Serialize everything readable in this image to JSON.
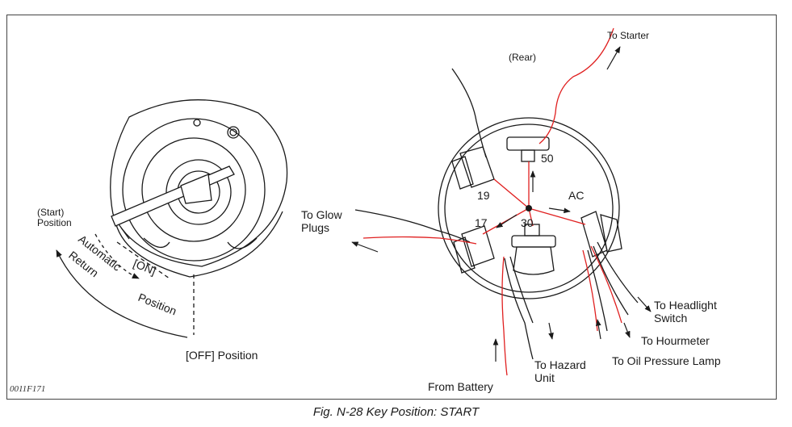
{
  "header_note": "",
  "figure_code": "0011F171",
  "caption": "Fig. N-28  Key Position: START",
  "key_view": {
    "start_position": [
      "(Start)",
      "Position"
    ],
    "automatic_return": [
      "Automatic",
      "Return"
    ],
    "on_position": [
      "[ON]",
      "Position"
    ],
    "off_position": "[OFF] Position"
  },
  "rear_view": {
    "rear": "(Rear)",
    "terminals": {
      "t50": "50",
      "t19": "19",
      "t17": "17",
      "t30": "30",
      "ac": "AC"
    },
    "to_starter": "To Starter",
    "to_glow_plugs": [
      "To Glow",
      "Plugs"
    ],
    "to_headlight_switch": [
      "To Headlight",
      "Switch"
    ],
    "to_hourmeter": "To Hourmeter",
    "to_oil_pressure_lamp": "To Oil Pressure Lamp",
    "to_hazard_unit": [
      "To Hazard",
      "Unit"
    ],
    "from_battery": "From Battery"
  },
  "colors": {
    "wire_red": "#e02020",
    "line": "#1a1a1a"
  }
}
